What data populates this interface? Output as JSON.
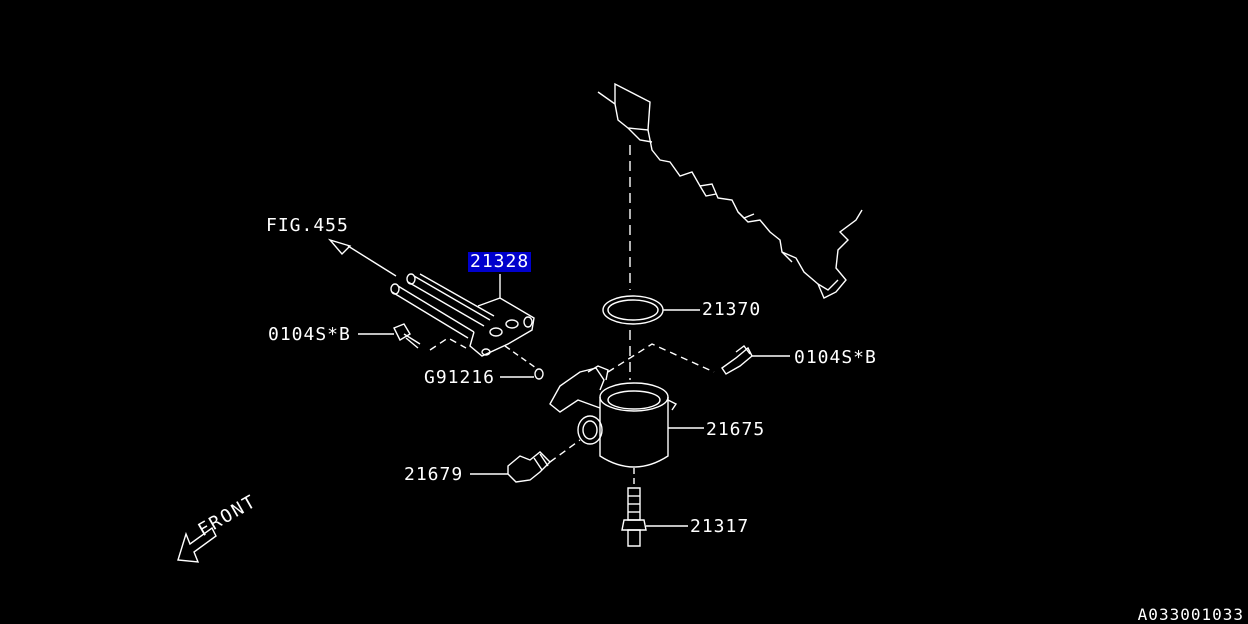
{
  "labels": {
    "fig455": "FIG.455",
    "p21328": "21328",
    "bolt_left": "0104S*B",
    "g91216": "G91216",
    "p21370": "21370",
    "bolt_right": "0104S*B",
    "p21675": "21675",
    "p21679": "21679",
    "p21317": "21317"
  },
  "front": "FRONT",
  "doc_id": "A033001033",
  "highlight_color": "#0000cc"
}
